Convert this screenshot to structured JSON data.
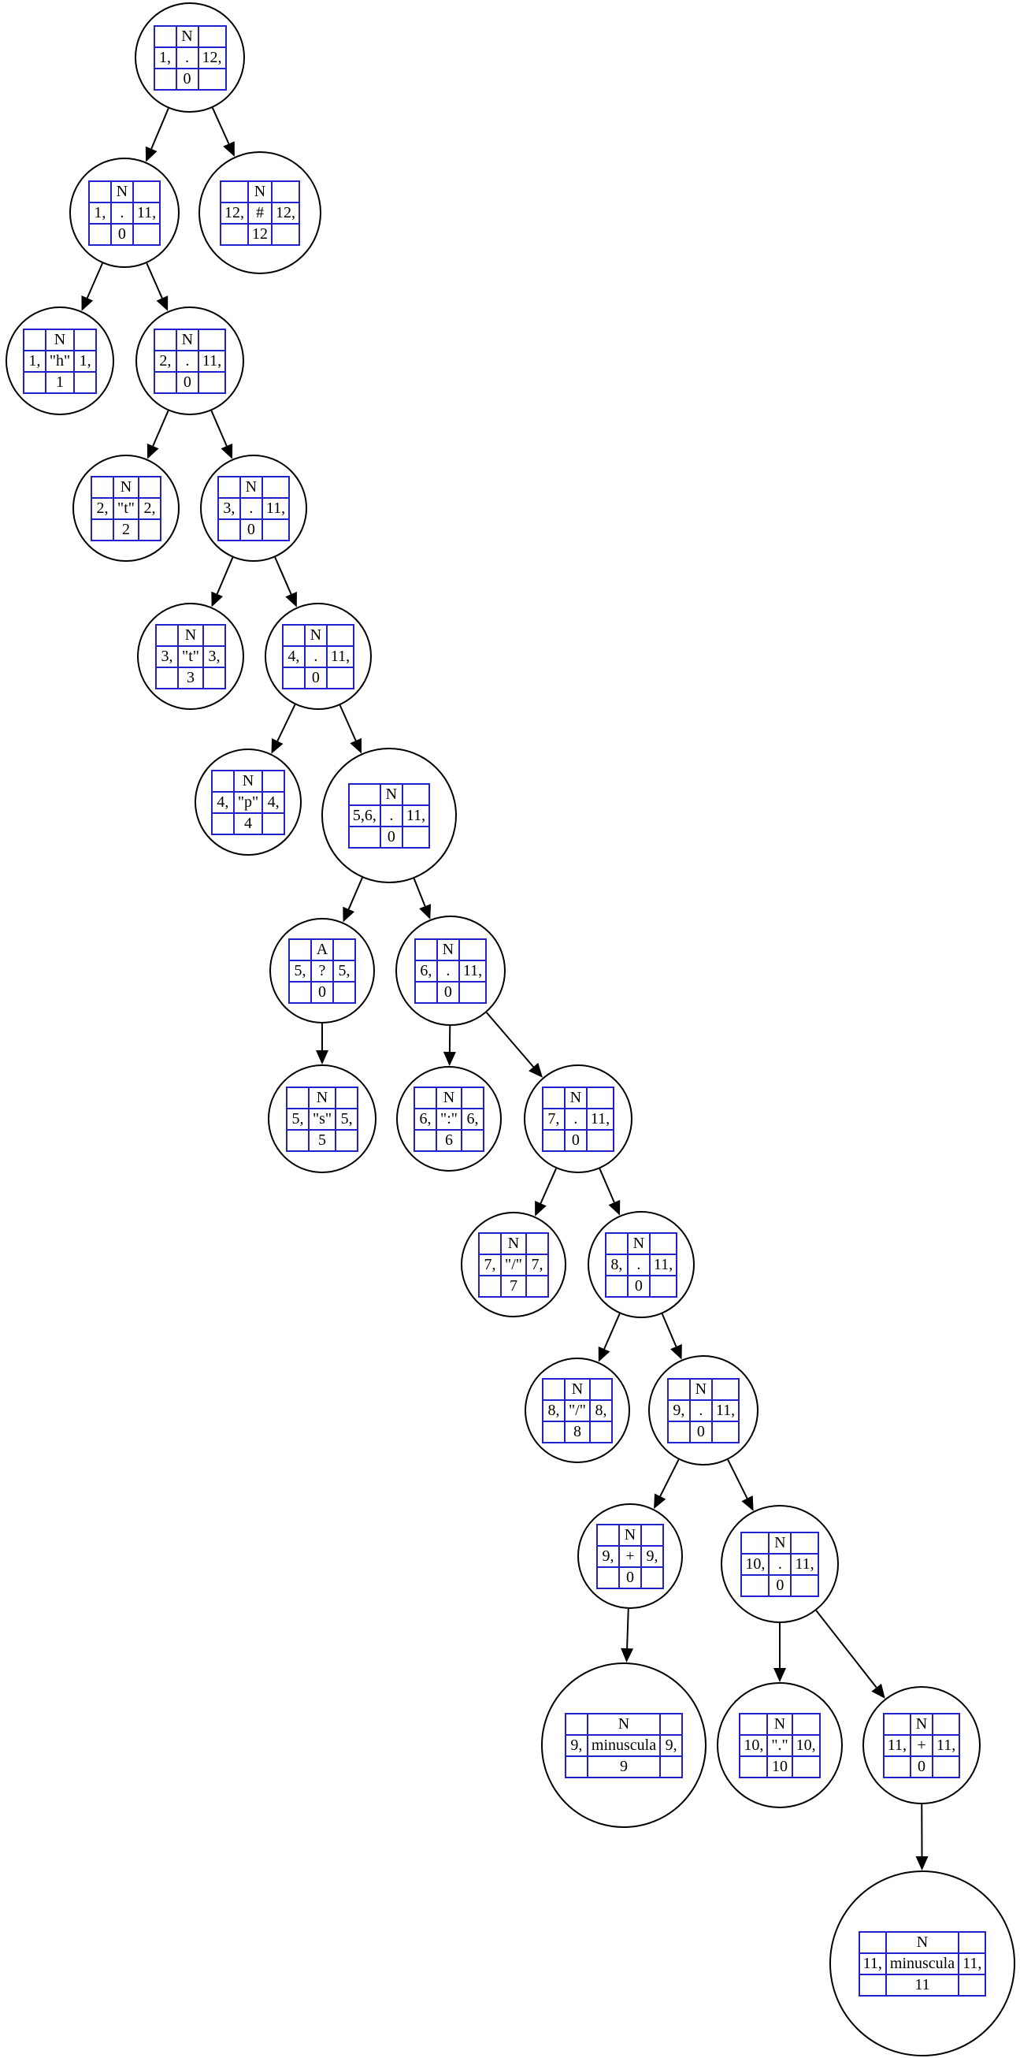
{
  "nodes": [
    {
      "id": "n1",
      "flag": "N",
      "left": "1,",
      "op": ".",
      "right": "12,",
      "val": "0"
    },
    {
      "id": "n2",
      "flag": "N",
      "left": "1,",
      "op": ".",
      "right": "11,",
      "val": "0"
    },
    {
      "id": "n3",
      "flag": "N",
      "left": "12,",
      "op": "#",
      "right": "12,",
      "val": "12"
    },
    {
      "id": "n4",
      "flag": "N",
      "left": "1,",
      "op": "\"h\"",
      "right": "1,",
      "val": "1"
    },
    {
      "id": "n5",
      "flag": "N",
      "left": "2,",
      "op": ".",
      "right": "11,",
      "val": "0"
    },
    {
      "id": "n6",
      "flag": "N",
      "left": "2,",
      "op": "\"t\"",
      "right": "2,",
      "val": "2"
    },
    {
      "id": "n7",
      "flag": "N",
      "left": "3,",
      "op": ".",
      "right": "11,",
      "val": "0"
    },
    {
      "id": "n8",
      "flag": "N",
      "left": "3,",
      "op": "\"t\"",
      "right": "3,",
      "val": "3"
    },
    {
      "id": "n9",
      "flag": "N",
      "left": "4,",
      "op": ".",
      "right": "11,",
      "val": "0"
    },
    {
      "id": "n10",
      "flag": "N",
      "left": "4,",
      "op": "\"p\"",
      "right": "4,",
      "val": "4"
    },
    {
      "id": "n11",
      "flag": "N",
      "left": "5,6,",
      "op": ".",
      "right": "11,",
      "val": "0"
    },
    {
      "id": "n12",
      "flag": "A",
      "left": "5,",
      "op": "?",
      "right": "5,",
      "val": "0"
    },
    {
      "id": "n13",
      "flag": "N",
      "left": "6,",
      "op": ".",
      "right": "11,",
      "val": "0"
    },
    {
      "id": "n14",
      "flag": "N",
      "left": "5,",
      "op": "\"s\"",
      "right": "5,",
      "val": "5"
    },
    {
      "id": "n15",
      "flag": "N",
      "left": "6,",
      "op": "\":\"",
      "right": "6,",
      "val": "6"
    },
    {
      "id": "n16",
      "flag": "N",
      "left": "7,",
      "op": ".",
      "right": "11,",
      "val": "0"
    },
    {
      "id": "n17",
      "flag": "N",
      "left": "7,",
      "op": "\"/\"",
      "right": "7,",
      "val": "7"
    },
    {
      "id": "n18",
      "flag": "N",
      "left": "8,",
      "op": ".",
      "right": "11,",
      "val": "0"
    },
    {
      "id": "n19",
      "flag": "N",
      "left": "8,",
      "op": "\"/\"",
      "right": "8,",
      "val": "8"
    },
    {
      "id": "n20",
      "flag": "N",
      "left": "9,",
      "op": ".",
      "right": "11,",
      "val": "0"
    },
    {
      "id": "n21",
      "flag": "N",
      "left": "9,",
      "op": "+",
      "right": "9,",
      "val": "0"
    },
    {
      "id": "n22",
      "flag": "N",
      "left": "10,",
      "op": ".",
      "right": "11,",
      "val": "0"
    },
    {
      "id": "n23",
      "flag": "N",
      "left": "9,",
      "op": "minuscula",
      "right": "9,",
      "val": "9"
    },
    {
      "id": "n24",
      "flag": "N",
      "left": "10,",
      "op": "\".\"",
      "right": "10,",
      "val": "10"
    },
    {
      "id": "n25",
      "flag": "N",
      "left": "11,",
      "op": "+",
      "right": "11,",
      "val": "0"
    },
    {
      "id": "n26",
      "flag": "N",
      "left": "11,",
      "op": "minuscula",
      "right": "11,",
      "val": "11"
    }
  ],
  "edges": [
    [
      "n1",
      "n2"
    ],
    [
      "n1",
      "n3"
    ],
    [
      "n2",
      "n4"
    ],
    [
      "n2",
      "n5"
    ],
    [
      "n5",
      "n6"
    ],
    [
      "n5",
      "n7"
    ],
    [
      "n7",
      "n8"
    ],
    [
      "n7",
      "n9"
    ],
    [
      "n9",
      "n10"
    ],
    [
      "n9",
      "n11"
    ],
    [
      "n11",
      "n12"
    ],
    [
      "n11",
      "n13"
    ],
    [
      "n12",
      "n14"
    ],
    [
      "n13",
      "n15"
    ],
    [
      "n13",
      "n16"
    ],
    [
      "n16",
      "n17"
    ],
    [
      "n16",
      "n18"
    ],
    [
      "n18",
      "n19"
    ],
    [
      "n18",
      "n20"
    ],
    [
      "n20",
      "n21"
    ],
    [
      "n20",
      "n22"
    ],
    [
      "n21",
      "n23"
    ],
    [
      "n22",
      "n24"
    ],
    [
      "n22",
      "n25"
    ],
    [
      "n25",
      "n26"
    ]
  ]
}
